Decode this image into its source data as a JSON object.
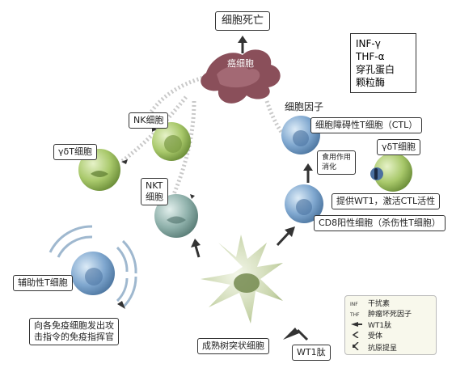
{
  "labels": {
    "cell_death": "细胞死亡",
    "cancer_cell": "癌细胞",
    "nk_cell": "NK细胞",
    "gamma_delta_t_left": "γδT细胞",
    "nkt_line1": "NKT",
    "nkt_line2": "细胞",
    "cytokine": "细胞因子",
    "ctl": "细胞障碍性T细胞（CTL）",
    "gamma_delta_t_right": "γδT细胞",
    "phago_line1": "食用作用",
    "phago_line2": "消化",
    "activate_ctl": "提供WT1，激活CTL活性",
    "cd8": "CD8阳性细胞（杀伤性T细胞）",
    "helper_t": "辅助性T细胞",
    "helper_desc_line1": "向各免疫细胞发出攻",
    "helper_desc_line2": "击指令的免疫指挥官",
    "dendritic": "成熟树突状细胞",
    "wt1_peptide": "WT1肽"
  },
  "substances": [
    "INF-γ",
    "THF-α",
    "穿孔蛋白",
    "颗粒酶"
  ],
  "legend": [
    {
      "key": "INF",
      "text": "干扰素"
    },
    {
      "key": "THF",
      "text": "肿瘤坏死因子"
    },
    {
      "key": "wt1-peptide-symbol",
      "text": "WT1肽"
    },
    {
      "key": "receptor-symbol",
      "text": "受体"
    },
    {
      "key": "antigen-presentation-symbol",
      "text": "抗原提呈"
    }
  ],
  "colors": {
    "green_cell": "#a8c86a",
    "blue_cell": "#7fa7cf",
    "teal_cell": "#8fb1ab",
    "cancer_cell": "#8a4f5a",
    "dendritic_cell": "#b8c89a",
    "arrow": "#333333"
  }
}
